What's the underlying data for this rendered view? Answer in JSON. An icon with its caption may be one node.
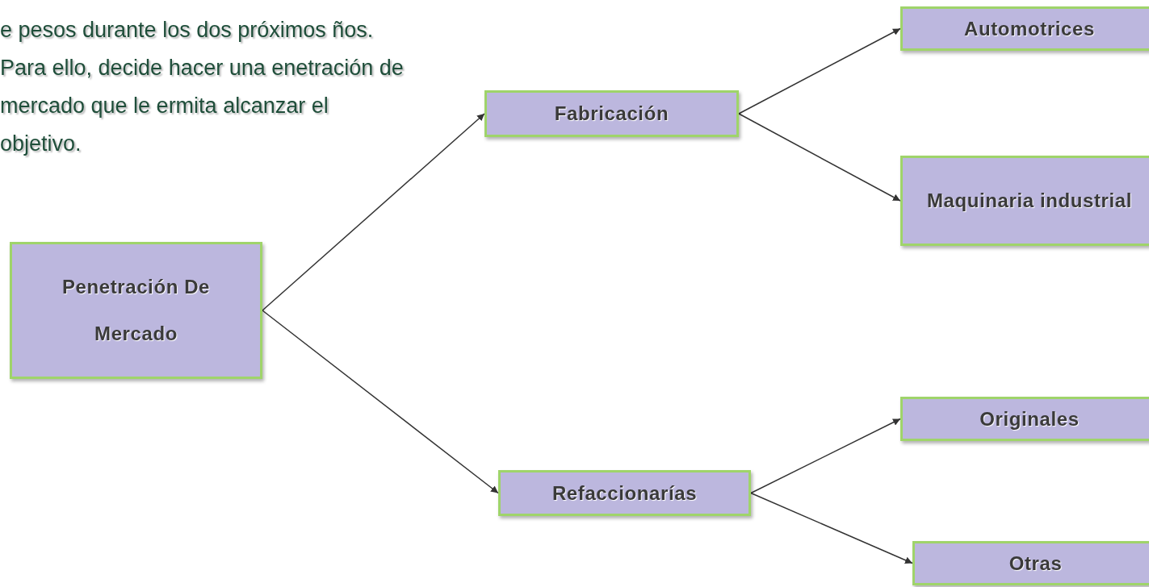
{
  "diagram": {
    "nodes": [
      {
        "text": [
          "Penetración De Mercado"
        ]
      },
      {
        "text": [
          "Fabricación"
        ]
      },
      {
        "text": [
          "Refaccionarías"
        ]
      },
      {
        "text": [
          "Automotrices"
        ]
      },
      {
        "text": [
          "Maquinaria industrial"
        ]
      },
      {
        "text": [
          "Originales"
        ]
      },
      {
        "text": [
          "Otras"
        ]
      }
    ],
    "edges": [
      {
        "from": 0,
        "to": 1,
        "arrow": "to"
      },
      {
        "from": 0,
        "to": 2,
        "arrow": "to"
      },
      {
        "from": 1,
        "to": 3,
        "arrow": "to"
      },
      {
        "from": 1,
        "to": 4,
        "arrow": "to"
      },
      {
        "from": 2,
        "to": 5,
        "arrow": "to"
      },
      {
        "from": 2,
        "to": 6,
        "arrow": "to"
      }
    ],
    "labels": [
      "e pesos durante los dos próximos ños. Para ello, decide hacer una enetración de mercado que le ermita alcanzar el objetivo."
    ]
  }
}
